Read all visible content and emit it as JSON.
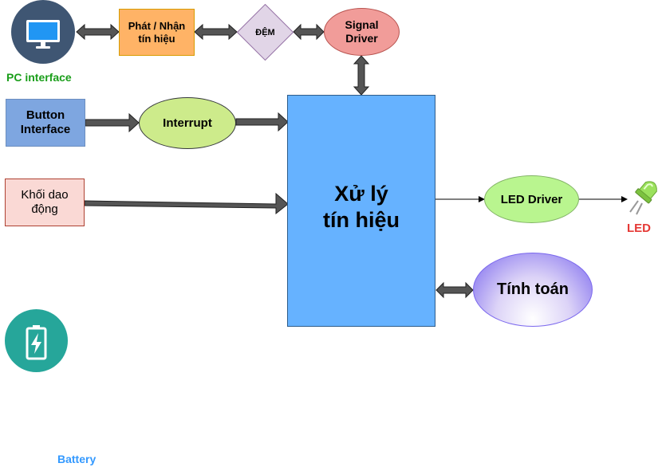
{
  "nodes": {
    "pc_interface_label": "PC interface",
    "phat_nhan": "Phát / Nhận\ntín hiệu",
    "dem": "ĐỆM",
    "signal_driver": "Signal\nDriver",
    "button_interface": "Button\nInterface",
    "interrupt": "Interrupt",
    "khoi_dao_dong": "Khối dao\nđộng",
    "xu_ly": "Xử lý\ntín hiệu",
    "led_driver": "LED Driver",
    "led_label": "LED",
    "tinh_toan": "Tính toán",
    "battery_label": "Battery"
  },
  "icons": {
    "pc": "monitor-icon",
    "battery": "battery-charging-icon",
    "led": "led-bulb-icon"
  },
  "colors": {
    "pc_circle": "#3f5673",
    "monitor_blue": "#2196f3",
    "pc_label": "#1a9e1a",
    "phat_nhan_fill": "#ffb366",
    "dem_fill": "#e1d5e7",
    "signal_driver_fill": "#f19c99",
    "button_fill": "#7ea6e0",
    "interrupt_fill": "#cdeb8b",
    "khoi_fill": "#fad9d5",
    "xu_ly_fill": "#66b2ff",
    "led_driver_fill": "#b9f58f",
    "led_label": "#e53935",
    "battery_circle": "#26a69a",
    "battery_label": "#3399ff",
    "arrow_fill": "#555555"
  }
}
